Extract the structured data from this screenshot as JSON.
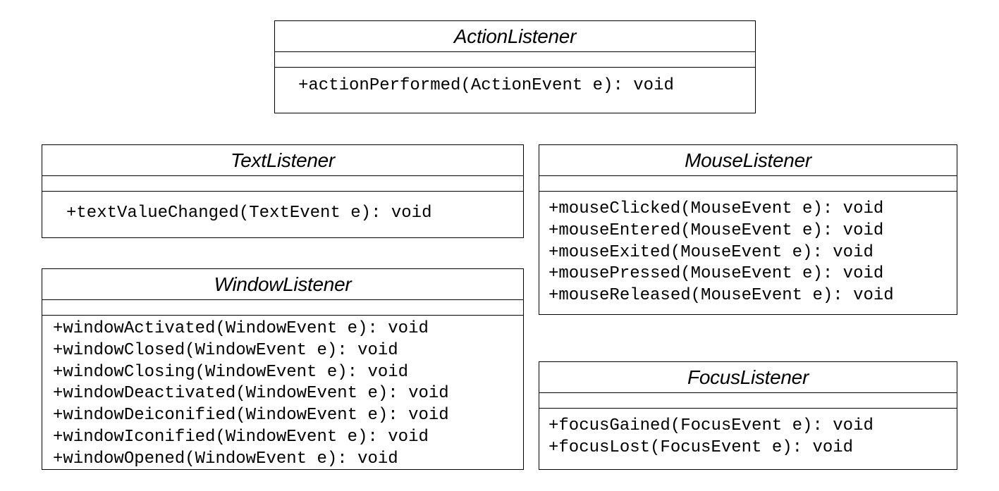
{
  "classes": {
    "action": {
      "name": "ActionListener",
      "operations": [
        "+actionPerformed(ActionEvent e): void"
      ]
    },
    "text": {
      "name": "TextListener",
      "operations": [
        "+textValueChanged(TextEvent e): void"
      ]
    },
    "mouse": {
      "name": "MouseListener",
      "operations": [
        "+mouseClicked(MouseEvent e): void",
        "+mouseEntered(MouseEvent e): void",
        "+mouseExited(MouseEvent e): void",
        "+mousePressed(MouseEvent e): void",
        "+mouseReleased(MouseEvent e): void"
      ]
    },
    "window": {
      "name": "WindowListener",
      "operations": [
        "+windowActivated(WindowEvent e): void",
        "+windowClosed(WindowEvent e): void",
        "+windowClosing(WindowEvent e): void",
        "+windowDeactivated(WindowEvent e): void",
        "+windowDeiconified(WindowEvent e): void",
        "+windowIconified(WindowEvent e): void",
        "+windowOpened(WindowEvent e): void"
      ]
    },
    "focus": {
      "name": "FocusListener",
      "operations": [
        "+focusGained(FocusEvent e): void",
        "+focusLost(FocusEvent e): void"
      ]
    }
  }
}
